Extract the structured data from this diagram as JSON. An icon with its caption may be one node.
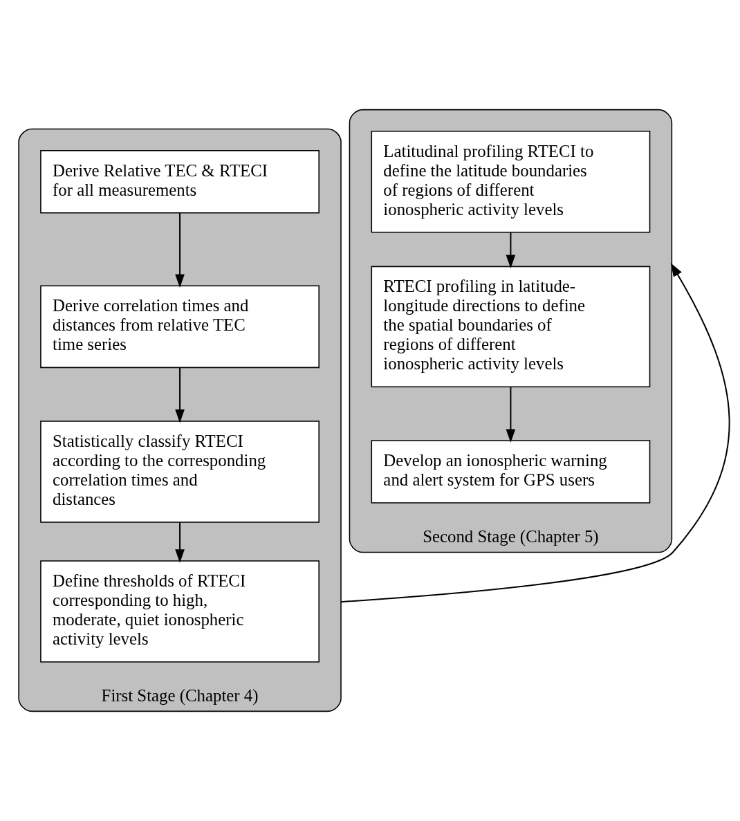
{
  "diagram": {
    "nodes": [
      {
        "text": [
          "First Stage (Chapter 4)"
        ]
      },
      {
        "text": [
          "Derive Relative TEC & RTECI for all measurements"
        ],
        "in": 0
      },
      {
        "text": [
          "Derive correlation times and distances from relative TEC time series"
        ],
        "in": 0
      },
      {
        "text": [
          "Statistically classify RTECI according to the corresponding correlation times and distances"
        ],
        "in": 0
      },
      {
        "text": [
          "Define thresholds of RTECI corresponding to high, moderate, quiet ionospheric activity levels"
        ],
        "in": 0
      },
      {
        "text": [
          "Second Stage (Chapter 5)"
        ]
      },
      {
        "text": [
          "Latitudinal profiling RTECI to define the latitude boundaries of regions of different ionospheric activity levels"
        ],
        "in": 5
      },
      {
        "text": [
          "RTECI profiling in latitude-longitude directions to define the spatial boundaries of regions of different ionospheric activity levels"
        ],
        "in": 5
      },
      {
        "text": [
          "Develop an ionospheric warning and alert system for GPS users"
        ],
        "in": 5
      }
    ],
    "edges": [
      {
        "from": 1,
        "to": 2,
        "arrow": "to"
      },
      {
        "from": 2,
        "to": 3,
        "arrow": "to"
      },
      {
        "from": 3,
        "to": 4,
        "arrow": "to"
      },
      {
        "from": 0,
        "to": 5,
        "arrow": "to"
      },
      {
        "from": 6,
        "to": 7,
        "arrow": "to"
      },
      {
        "from": 7,
        "to": 8,
        "arrow": "to"
      }
    ]
  }
}
